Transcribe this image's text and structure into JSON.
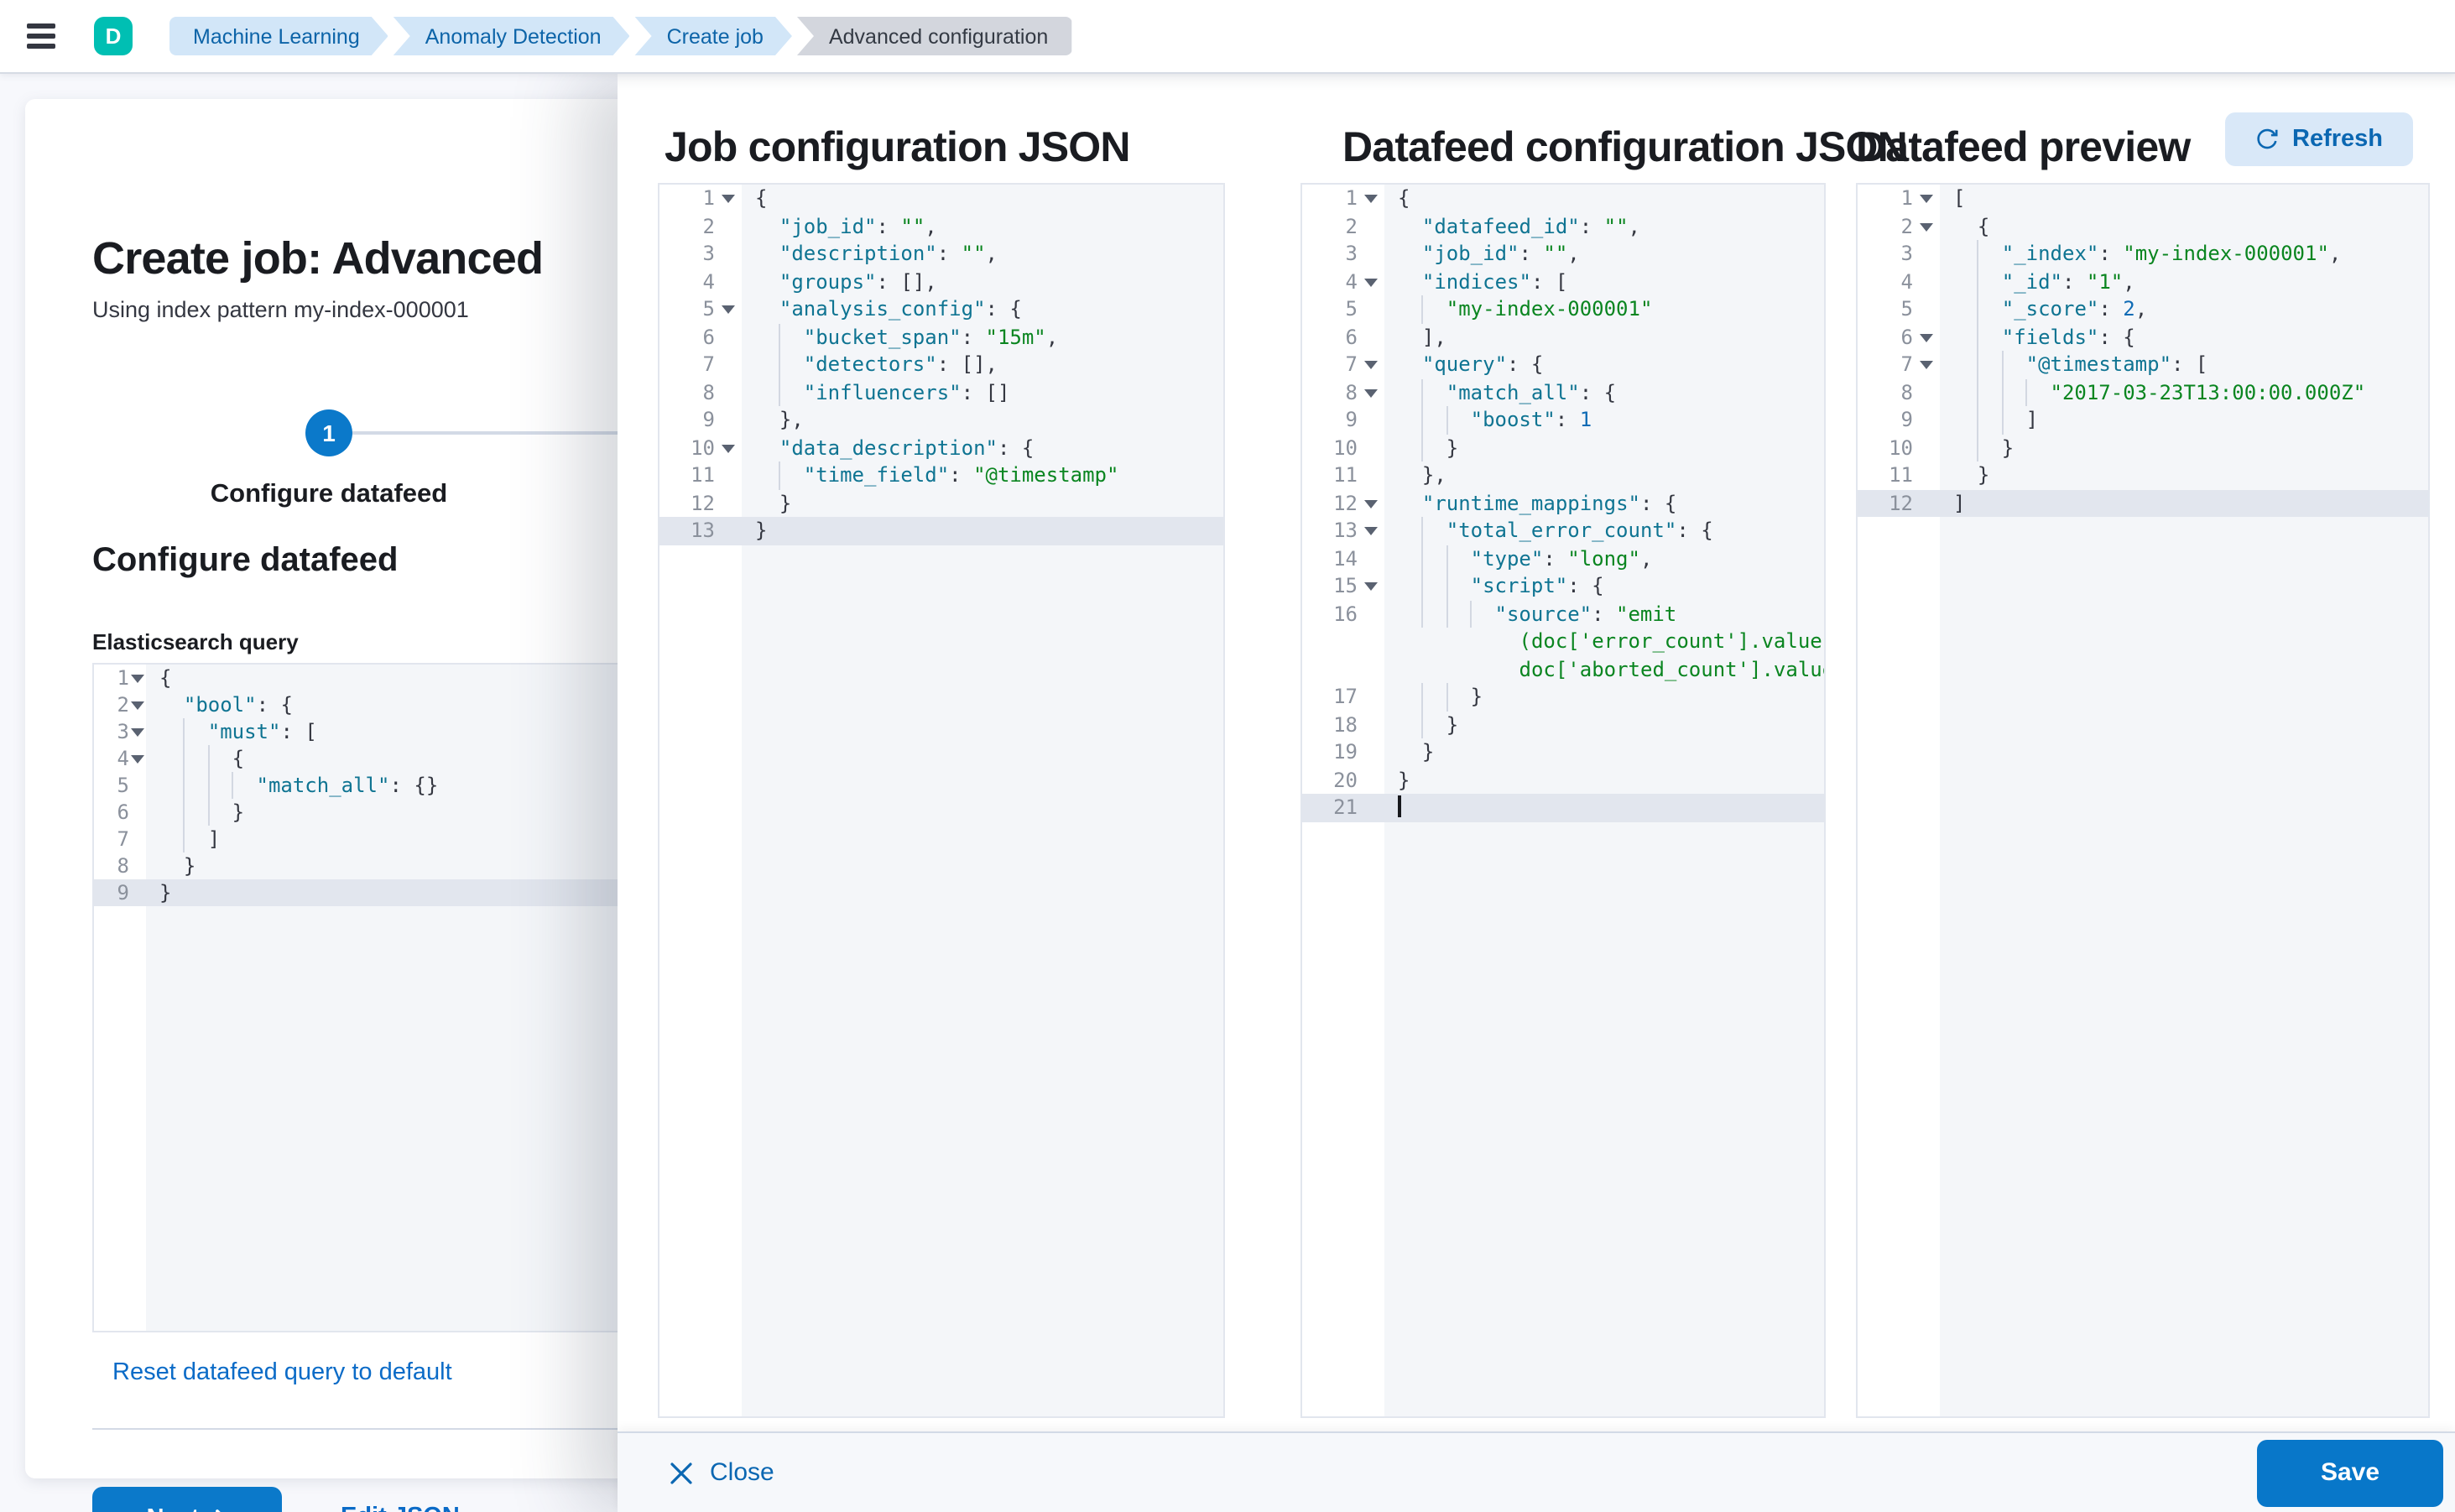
{
  "topbar": {
    "deployment_initial": "D",
    "breadcrumbs": [
      {
        "label": "Machine Learning",
        "style": "blue"
      },
      {
        "label": "Anomaly Detection",
        "style": "blue"
      },
      {
        "label": "Create job",
        "style": "blue"
      },
      {
        "label": "Advanced configuration",
        "style": "gray"
      }
    ]
  },
  "wizard": {
    "title": "Create job: Advanced",
    "subtitle": "Using index pattern my-index-000001",
    "step_number": "1",
    "step_label": "Configure datafeed",
    "section_heading": "Configure datafeed",
    "query_label": "Elasticsearch query",
    "reset_link": "Reset datafeed query to default",
    "next_label": "Next",
    "edit_json_label": "Edit JSON"
  },
  "flyout": {
    "columns": [
      {
        "title": "Job configuration JSON"
      },
      {
        "title": "Datafeed configuration JSON"
      },
      {
        "title": "Datafeed preview"
      }
    ],
    "refresh_label": "Refresh",
    "close_label": "Close",
    "save_label": "Save"
  },
  "colors": {
    "accent_blue": "#0b79ca",
    "link_blue": "#0b6bc7",
    "badge_teal": "#00bfb3",
    "editor_key": "#0f7492",
    "editor_string": "#0a8520",
    "editor_number": "#0f6bb5",
    "active_line": "#e2e6ee"
  },
  "editors": {
    "query": {
      "lines": [
        {
          "n": 1,
          "f": true,
          "seg": [
            [
              "p",
              "{"
            ]
          ]
        },
        {
          "n": 2,
          "f": true,
          "seg": [
            [
              "w",
              "  "
            ],
            [
              "k",
              "\"bool\""
            ],
            [
              "p",
              ": {"
            ]
          ]
        },
        {
          "n": 3,
          "f": true,
          "seg": [
            [
              "w",
              "    "
            ],
            [
              "k",
              "\"must\""
            ],
            [
              "p",
              ": ["
            ]
          ]
        },
        {
          "n": 4,
          "f": true,
          "seg": [
            [
              "w",
              "      "
            ],
            [
              "p",
              "{"
            ]
          ]
        },
        {
          "n": 5,
          "seg": [
            [
              "w",
              "        "
            ],
            [
              "k",
              "\"match_all\""
            ],
            [
              "p",
              ": {}"
            ]
          ]
        },
        {
          "n": 6,
          "seg": [
            [
              "w",
              "      "
            ],
            [
              "p",
              "}"
            ]
          ]
        },
        {
          "n": 7,
          "seg": [
            [
              "w",
              "    "
            ],
            [
              "p",
              "]"
            ]
          ]
        },
        {
          "n": 8,
          "seg": [
            [
              "w",
              "  "
            ],
            [
              "p",
              "}"
            ]
          ]
        },
        {
          "n": 9,
          "a": true,
          "seg": [
            [
              "p",
              "}"
            ]
          ]
        }
      ]
    },
    "job": {
      "lines": [
        {
          "n": 1,
          "f": true,
          "seg": [
            [
              "p",
              "{"
            ]
          ]
        },
        {
          "n": 2,
          "seg": [
            [
              "w",
              "  "
            ],
            [
              "k",
              "\"job_id\""
            ],
            [
              "p",
              ": "
            ],
            [
              "s",
              "\"\""
            ],
            [
              "p",
              ","
            ]
          ]
        },
        {
          "n": 3,
          "seg": [
            [
              "w",
              "  "
            ],
            [
              "k",
              "\"description\""
            ],
            [
              "p",
              ": "
            ],
            [
              "s",
              "\"\""
            ],
            [
              "p",
              ","
            ]
          ]
        },
        {
          "n": 4,
          "seg": [
            [
              "w",
              "  "
            ],
            [
              "k",
              "\"groups\""
            ],
            [
              "p",
              ": [],"
            ]
          ]
        },
        {
          "n": 5,
          "f": true,
          "seg": [
            [
              "w",
              "  "
            ],
            [
              "k",
              "\"analysis_config\""
            ],
            [
              "p",
              ": {"
            ]
          ]
        },
        {
          "n": 6,
          "seg": [
            [
              "w",
              "    "
            ],
            [
              "k",
              "\"bucket_span\""
            ],
            [
              "p",
              ": "
            ],
            [
              "s",
              "\"15m\""
            ],
            [
              "p",
              ","
            ]
          ]
        },
        {
          "n": 7,
          "seg": [
            [
              "w",
              "    "
            ],
            [
              "k",
              "\"detectors\""
            ],
            [
              "p",
              ": [],"
            ]
          ]
        },
        {
          "n": 8,
          "seg": [
            [
              "w",
              "    "
            ],
            [
              "k",
              "\"influencers\""
            ],
            [
              "p",
              ": []"
            ]
          ]
        },
        {
          "n": 9,
          "seg": [
            [
              "w",
              "  "
            ],
            [
              "p",
              "},"
            ]
          ]
        },
        {
          "n": 10,
          "f": true,
          "seg": [
            [
              "w",
              "  "
            ],
            [
              "k",
              "\"data_description\""
            ],
            [
              "p",
              ": {"
            ]
          ]
        },
        {
          "n": 11,
          "seg": [
            [
              "w",
              "    "
            ],
            [
              "k",
              "\"time_field\""
            ],
            [
              "p",
              ": "
            ],
            [
              "s",
              "\"@timestamp\""
            ]
          ]
        },
        {
          "n": 12,
          "seg": [
            [
              "w",
              "  "
            ],
            [
              "p",
              "}"
            ]
          ]
        },
        {
          "n": 13,
          "a": true,
          "seg": [
            [
              "p",
              "}"
            ]
          ]
        }
      ]
    },
    "datafeed": {
      "lines": [
        {
          "n": 1,
          "f": true,
          "seg": [
            [
              "p",
              "{"
            ]
          ]
        },
        {
          "n": 2,
          "seg": [
            [
              "w",
              "  "
            ],
            [
              "k",
              "\"datafeed_id\""
            ],
            [
              "p",
              ": "
            ],
            [
              "s",
              "\"\""
            ],
            [
              "p",
              ","
            ]
          ]
        },
        {
          "n": 3,
          "seg": [
            [
              "w",
              "  "
            ],
            [
              "k",
              "\"job_id\""
            ],
            [
              "p",
              ": "
            ],
            [
              "s",
              "\"\""
            ],
            [
              "p",
              ","
            ]
          ]
        },
        {
          "n": 4,
          "f": true,
          "seg": [
            [
              "w",
              "  "
            ],
            [
              "k",
              "\"indices\""
            ],
            [
              "p",
              ": ["
            ]
          ]
        },
        {
          "n": 5,
          "seg": [
            [
              "w",
              "    "
            ],
            [
              "s",
              "\"my-index-000001\""
            ]
          ]
        },
        {
          "n": 6,
          "seg": [
            [
              "w",
              "  "
            ],
            [
              "p",
              "],"
            ]
          ]
        },
        {
          "n": 7,
          "f": true,
          "seg": [
            [
              "w",
              "  "
            ],
            [
              "k",
              "\"query\""
            ],
            [
              "p",
              ": {"
            ]
          ]
        },
        {
          "n": 8,
          "f": true,
          "seg": [
            [
              "w",
              "    "
            ],
            [
              "k",
              "\"match_all\""
            ],
            [
              "p",
              ": {"
            ]
          ]
        },
        {
          "n": 9,
          "seg": [
            [
              "w",
              "      "
            ],
            [
              "k",
              "\"boost\""
            ],
            [
              "p",
              ": "
            ],
            [
              "n",
              "1"
            ]
          ]
        },
        {
          "n": 10,
          "seg": [
            [
              "w",
              "    "
            ],
            [
              "p",
              "}"
            ]
          ]
        },
        {
          "n": 11,
          "seg": [
            [
              "w",
              "  "
            ],
            [
              "p",
              "},"
            ]
          ]
        },
        {
          "n": 12,
          "f": true,
          "seg": [
            [
              "w",
              "  "
            ],
            [
              "k",
              "\"runtime_mappings\""
            ],
            [
              "p",
              ": {"
            ]
          ]
        },
        {
          "n": 13,
          "f": true,
          "seg": [
            [
              "w",
              "    "
            ],
            [
              "k",
              "\"total_error_count\""
            ],
            [
              "p",
              ": {"
            ]
          ]
        },
        {
          "n": 14,
          "seg": [
            [
              "w",
              "      "
            ],
            [
              "k",
              "\"type\""
            ],
            [
              "p",
              ": "
            ],
            [
              "s",
              "\"long\""
            ],
            [
              "p",
              ","
            ]
          ]
        },
        {
          "n": 15,
          "f": true,
          "seg": [
            [
              "w",
              "      "
            ],
            [
              "k",
              "\"script\""
            ],
            [
              "p",
              ": {"
            ]
          ]
        },
        {
          "n": 16,
          "seg": [
            [
              "w",
              "        "
            ],
            [
              "k",
              "\"source\""
            ],
            [
              "p",
              ": "
            ],
            [
              "s",
              "\"emit"
            ]
          ]
        },
        {
          "c": 10,
          "seg": [
            [
              "s",
              "(doc['error_count'].value +"
            ]
          ]
        },
        {
          "c": 10,
          "seg": [
            [
              "s",
              "doc['aborted_count'].value)\""
            ]
          ]
        },
        {
          "n": 17,
          "seg": [
            [
              "w",
              "      "
            ],
            [
              "p",
              "}"
            ]
          ]
        },
        {
          "n": 18,
          "seg": [
            [
              "w",
              "    "
            ],
            [
              "p",
              "}"
            ]
          ]
        },
        {
          "n": 19,
          "seg": [
            [
              "w",
              "  "
            ],
            [
              "p",
              "}"
            ]
          ]
        },
        {
          "n": 20,
          "seg": [
            [
              "p",
              "}"
            ]
          ]
        },
        {
          "n": 21,
          "a": true,
          "cur": true,
          "seg": []
        }
      ]
    },
    "preview": {
      "lines": [
        {
          "n": 1,
          "f": true,
          "seg": [
            [
              "p",
              "["
            ]
          ]
        },
        {
          "n": 2,
          "f": true,
          "seg": [
            [
              "w",
              "  "
            ],
            [
              "p",
              "{"
            ]
          ]
        },
        {
          "n": 3,
          "seg": [
            [
              "w",
              "    "
            ],
            [
              "k",
              "\"_index\""
            ],
            [
              "p",
              ": "
            ],
            [
              "s",
              "\"my-index-000001\""
            ],
            [
              "p",
              ","
            ]
          ]
        },
        {
          "n": 4,
          "seg": [
            [
              "w",
              "    "
            ],
            [
              "k",
              "\"_id\""
            ],
            [
              "p",
              ": "
            ],
            [
              "s",
              "\"1\""
            ],
            [
              "p",
              ","
            ]
          ]
        },
        {
          "n": 5,
          "seg": [
            [
              "w",
              "    "
            ],
            [
              "k",
              "\"_score\""
            ],
            [
              "p",
              ": "
            ],
            [
              "n",
              "2"
            ],
            [
              "p",
              ","
            ]
          ]
        },
        {
          "n": 6,
          "f": true,
          "seg": [
            [
              "w",
              "    "
            ],
            [
              "k",
              "\"fields\""
            ],
            [
              "p",
              ": {"
            ]
          ]
        },
        {
          "n": 7,
          "f": true,
          "seg": [
            [
              "w",
              "      "
            ],
            [
              "k",
              "\"@timestamp\""
            ],
            [
              "p",
              ": ["
            ]
          ]
        },
        {
          "n": 8,
          "seg": [
            [
              "w",
              "        "
            ],
            [
              "s",
              "\"2017-03-23T13:00:00.000Z\""
            ]
          ]
        },
        {
          "n": 9,
          "seg": [
            [
              "w",
              "      "
            ],
            [
              "p",
              "]"
            ]
          ]
        },
        {
          "n": 10,
          "seg": [
            [
              "w",
              "    "
            ],
            [
              "p",
              "}"
            ]
          ]
        },
        {
          "n": 11,
          "seg": [
            [
              "w",
              "  "
            ],
            [
              "p",
              "}"
            ]
          ]
        },
        {
          "n": 12,
          "a": true,
          "seg": [
            [
              "p",
              "]"
            ]
          ]
        }
      ]
    }
  }
}
